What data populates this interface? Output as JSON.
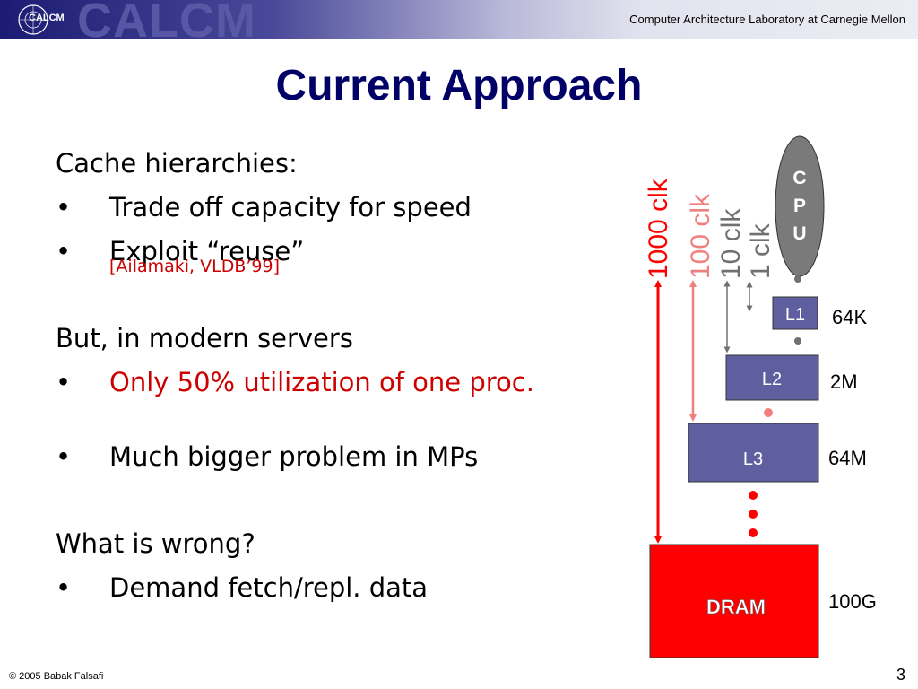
{
  "header": {
    "logo_small": "CALCM",
    "logo_big": "CALCM",
    "lab_name": "Computer Architecture Laboratory at Carnegie Mellon"
  },
  "slide": {
    "title": "Current Approach",
    "section1": {
      "heading": "Cache hierarchies:",
      "bullets": [
        "Trade off capacity for speed",
        "Exploit “reuse”"
      ]
    },
    "section2": {
      "heading": "But, in modern servers",
      "bullets": [
        "Only 50% utilization of one proc.",
        "Much bigger problem in MPs"
      ],
      "citation": "[Ailamaki, VLDB’99]"
    },
    "section3": {
      "heading": "What is wrong?",
      "bullets": [
        "Demand fetch/repl. data"
      ]
    },
    "bullet_symbol": "•"
  },
  "diagram": {
    "cpu": [
      "C",
      "P",
      "U"
    ],
    "levels": [
      {
        "label": "L1",
        "size": "64K"
      },
      {
        "label": "L2",
        "size": "2M"
      },
      {
        "label": "L3",
        "size": "64M"
      },
      {
        "label": "DRAM",
        "size": "100G"
      }
    ],
    "latencies": [
      "1000 clk",
      "100 clk",
      "10 clk",
      "1 clk"
    ],
    "colors": {
      "cache_box": "#5f5f9f",
      "dram_box": "#ff0000",
      "cpu": "#7a7a7a",
      "lat_1000": "#ff0000",
      "lat_100": "#f08080",
      "lat_10": "#707070",
      "lat_1": "#707070"
    }
  },
  "footer": {
    "copyright": "© 2005 Babak Falsafi",
    "page_number": "3"
  }
}
